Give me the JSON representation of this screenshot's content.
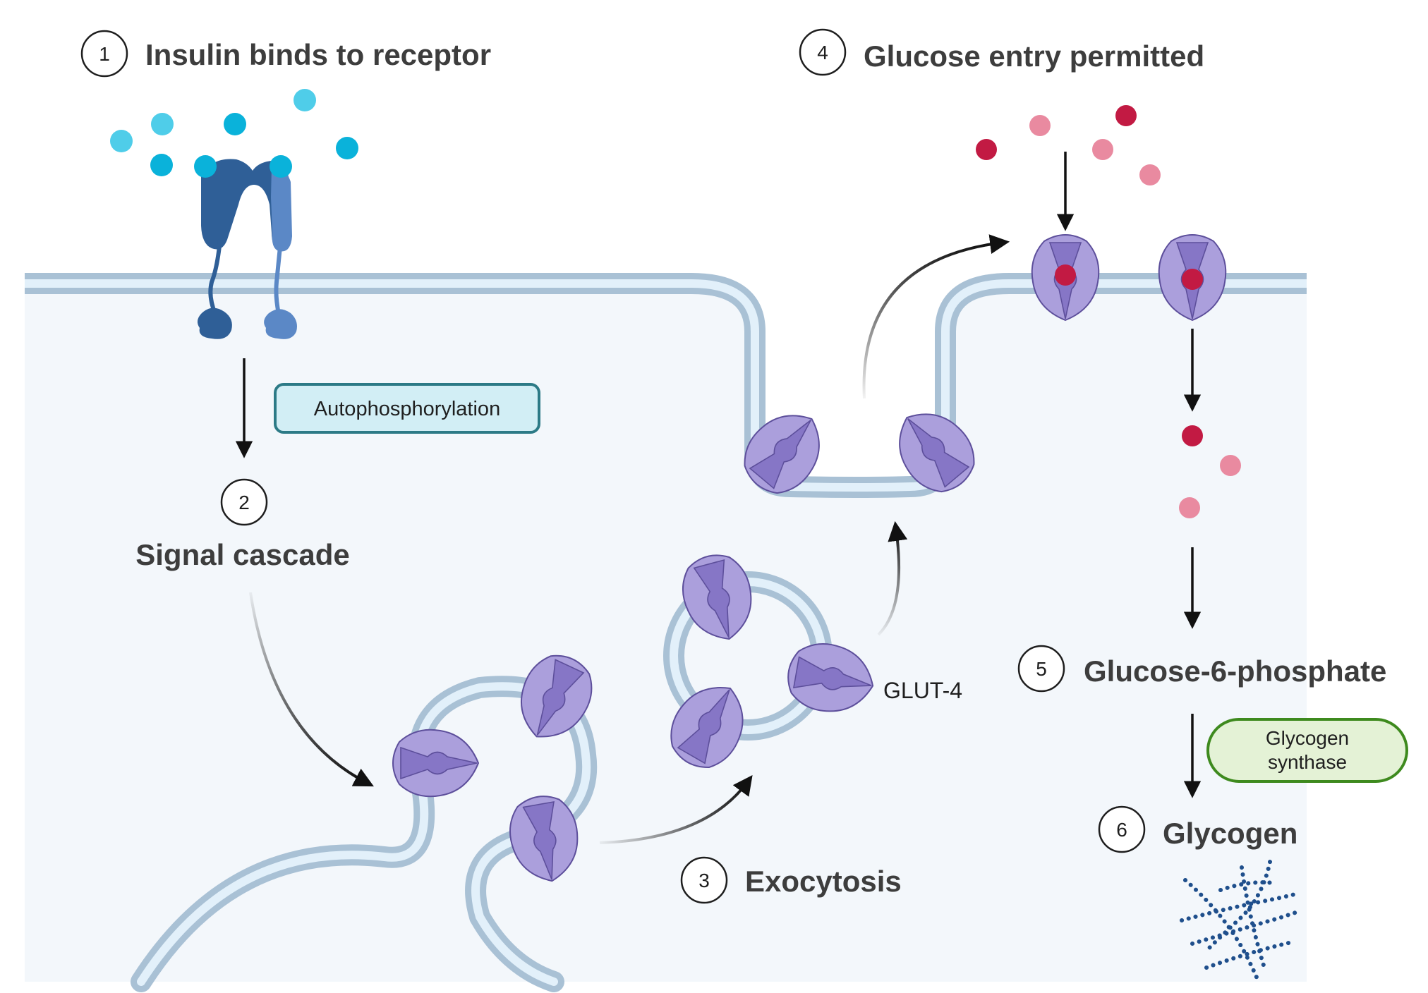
{
  "steps": [
    {
      "number": "1",
      "title": "Insulin binds to receptor"
    },
    {
      "number": "2",
      "title": "Signal cascade"
    },
    {
      "number": "3",
      "title": "Exocytosis"
    },
    {
      "number": "4",
      "title": "Glucose entry permitted"
    },
    {
      "number": "5",
      "title": "Glucose-6-phosphate"
    },
    {
      "number": "6",
      "title": "Glycogen"
    }
  ],
  "labels": {
    "autophosphorylation": "Autophosphorylation",
    "glut4": "GLUT-4",
    "glycogen_synthase_line1": "Glycogen",
    "glycogen_synthase_line2": "synthase"
  },
  "colors": {
    "cell_fill": "#f3f7fb",
    "membrane_outer": "#a9c1d5",
    "membrane_inner": "#e2f0fa",
    "insulin": "#0ab2da",
    "insulin_light": "#4fcde9",
    "receptor_dark": "#2f5f97",
    "receptor_light": "#5b88c6",
    "glut4_fill": "#ab9fdc",
    "glut4_core": "#8676c6",
    "glut4_edge": "#5d4f9b",
    "glucose_dark": "#c21a43",
    "glucose_light": "#e98aa0",
    "autophos_border": "#2c7a86",
    "autophos_fill": "#d2eef5",
    "glysyn_border": "#3e8a1e",
    "glysyn_fill": "#e4f2d6",
    "glycogen_dots": "#1f4f8c"
  }
}
